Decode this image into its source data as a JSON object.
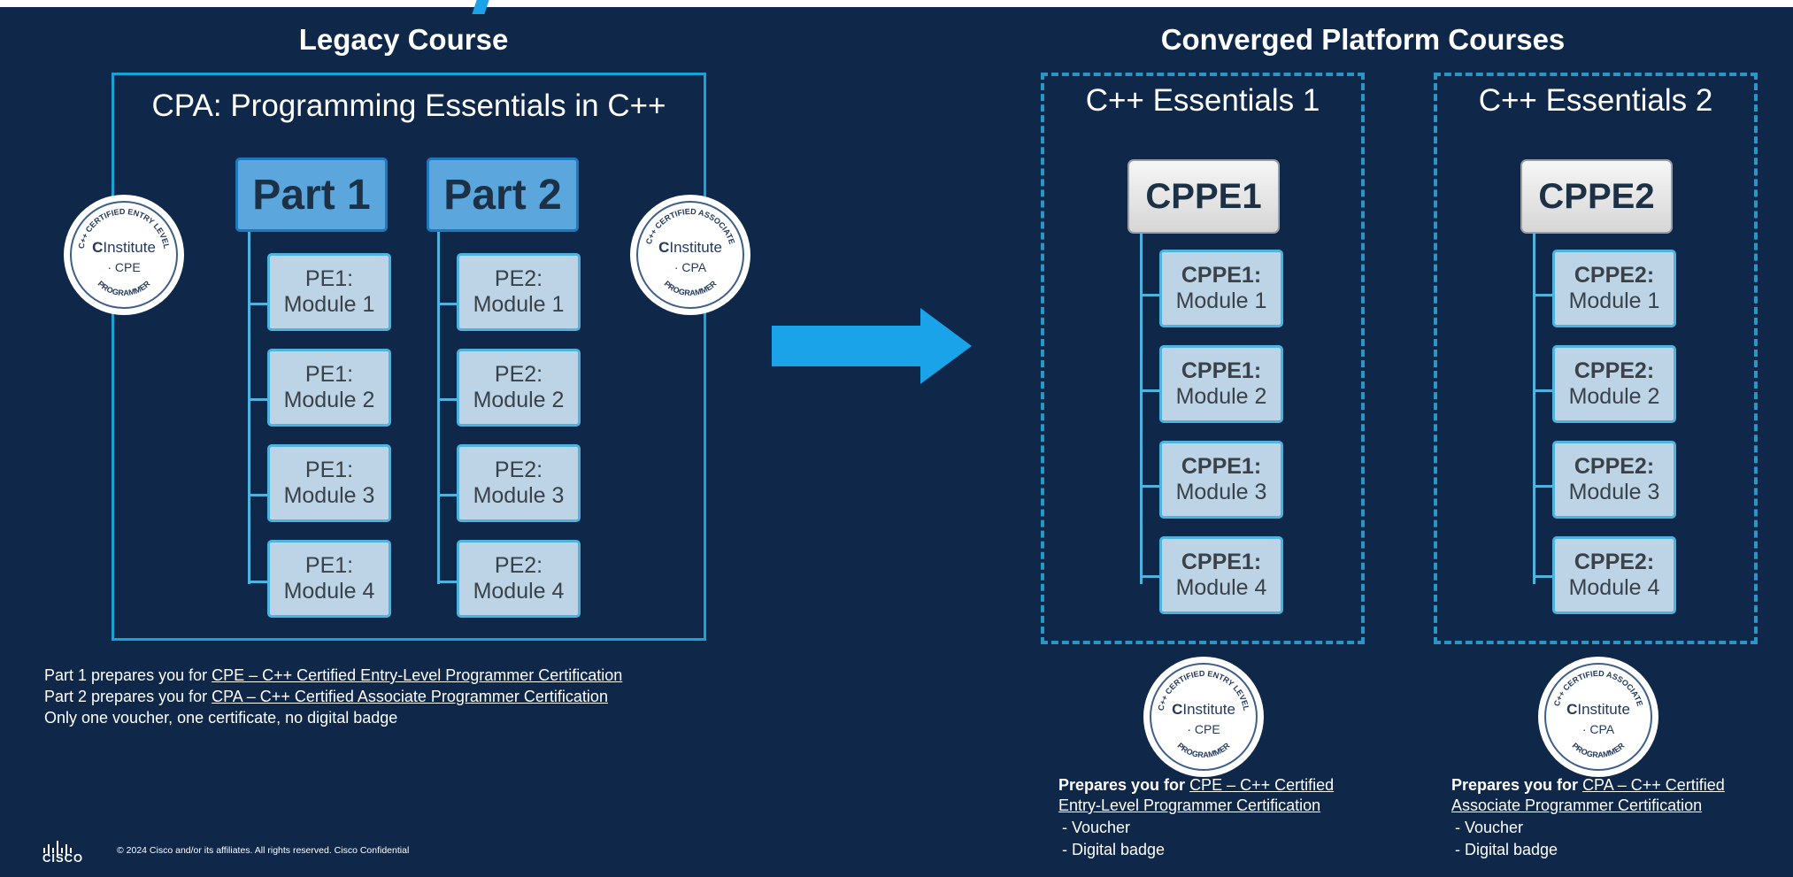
{
  "headers": {
    "legacy": "Legacy Course",
    "converged": "Converged Platform Courses"
  },
  "legacy": {
    "title": "CPA: Programming Essentials in C++",
    "part1": "Part 1",
    "part2": "Part 2",
    "pe1_modules": [
      {
        "l1": "PE1:",
        "l2": "Module 1"
      },
      {
        "l1": "PE1:",
        "l2": "Module 2"
      },
      {
        "l1": "PE1:",
        "l2": "Module 3"
      },
      {
        "l1": "PE1:",
        "l2": "Module 4"
      }
    ],
    "pe2_modules": [
      {
        "l1": "PE2:",
        "l2": "Module 1"
      },
      {
        "l1": "PE2:",
        "l2": "Module 2"
      },
      {
        "l1": "PE2:",
        "l2": "Module 3"
      },
      {
        "l1": "PE2:",
        "l2": "Module 4"
      }
    ],
    "notes": {
      "line1_prefix": "Part 1 prepares you for ",
      "line1_link": "CPE – C++ Certified Entry-Level Programmer Certification",
      "line2_prefix": "Part 2 prepares you for ",
      "line2_link": "CPA – C++ Certified Associate Programmer Certification",
      "line3": "Only one voucher, one certificate, no digital badge"
    }
  },
  "converged": {
    "c1": {
      "title": "C++ Essentials 1",
      "code": "CPPE1",
      "modules": [
        {
          "l1": "CPPE1:",
          "l2": "Module 1"
        },
        {
          "l1": "CPPE1:",
          "l2": "Module 2"
        },
        {
          "l1": "CPPE1:",
          "l2": "Module 3"
        },
        {
          "l1": "CPPE1:",
          "l2": "Module 4"
        }
      ],
      "prep_prefix": "Prepares you for ",
      "prep_link_a": "CPE – C++ Certified",
      "prep_link_b": "Entry-Level Programmer Certification",
      "bullets": [
        "-   Voucher",
        "-   Digital badge"
      ]
    },
    "c2": {
      "title": "C++ Essentials 2",
      "code": "CPPE2",
      "modules": [
        {
          "l1": "CPPE2:",
          "l2": "Module 1"
        },
        {
          "l1": "CPPE2:",
          "l2": "Module 2"
        },
        {
          "l1": "CPPE2:",
          "l2": "Module 3"
        },
        {
          "l1": "CPPE2:",
          "l2": "Module 4"
        }
      ],
      "prep_prefix": "Prepares you for ",
      "prep_link_a": "CPA – C++ Certified",
      "prep_link_b": "Associate Programmer Certification",
      "bullets": [
        "-   Voucher",
        "-   Digital badge"
      ]
    }
  },
  "badges": {
    "cpe": {
      "arc_top": "C++ CERTIFIED ENTRY LEVEL",
      "institute": "Institute",
      "code": "· CPE",
      "arc_bottom": "PROGRAMMER"
    },
    "cpa": {
      "arc_top": "C++ CERTIFIED ASSOCIATE",
      "institute": "Institute",
      "code": "· CPA",
      "arc_bottom": "PROGRAMMER"
    }
  },
  "footer": {
    "logo_word": "CISCO",
    "copyright": "© 2024  Cisco and/or its affiliates. All rights reserved.   Cisco Confidential"
  },
  "colors": {
    "background": "#0f2749",
    "accent_blue": "#1aa3e8",
    "part_fill": "#5aa6dd",
    "module_fill": "#bcd4e6"
  }
}
